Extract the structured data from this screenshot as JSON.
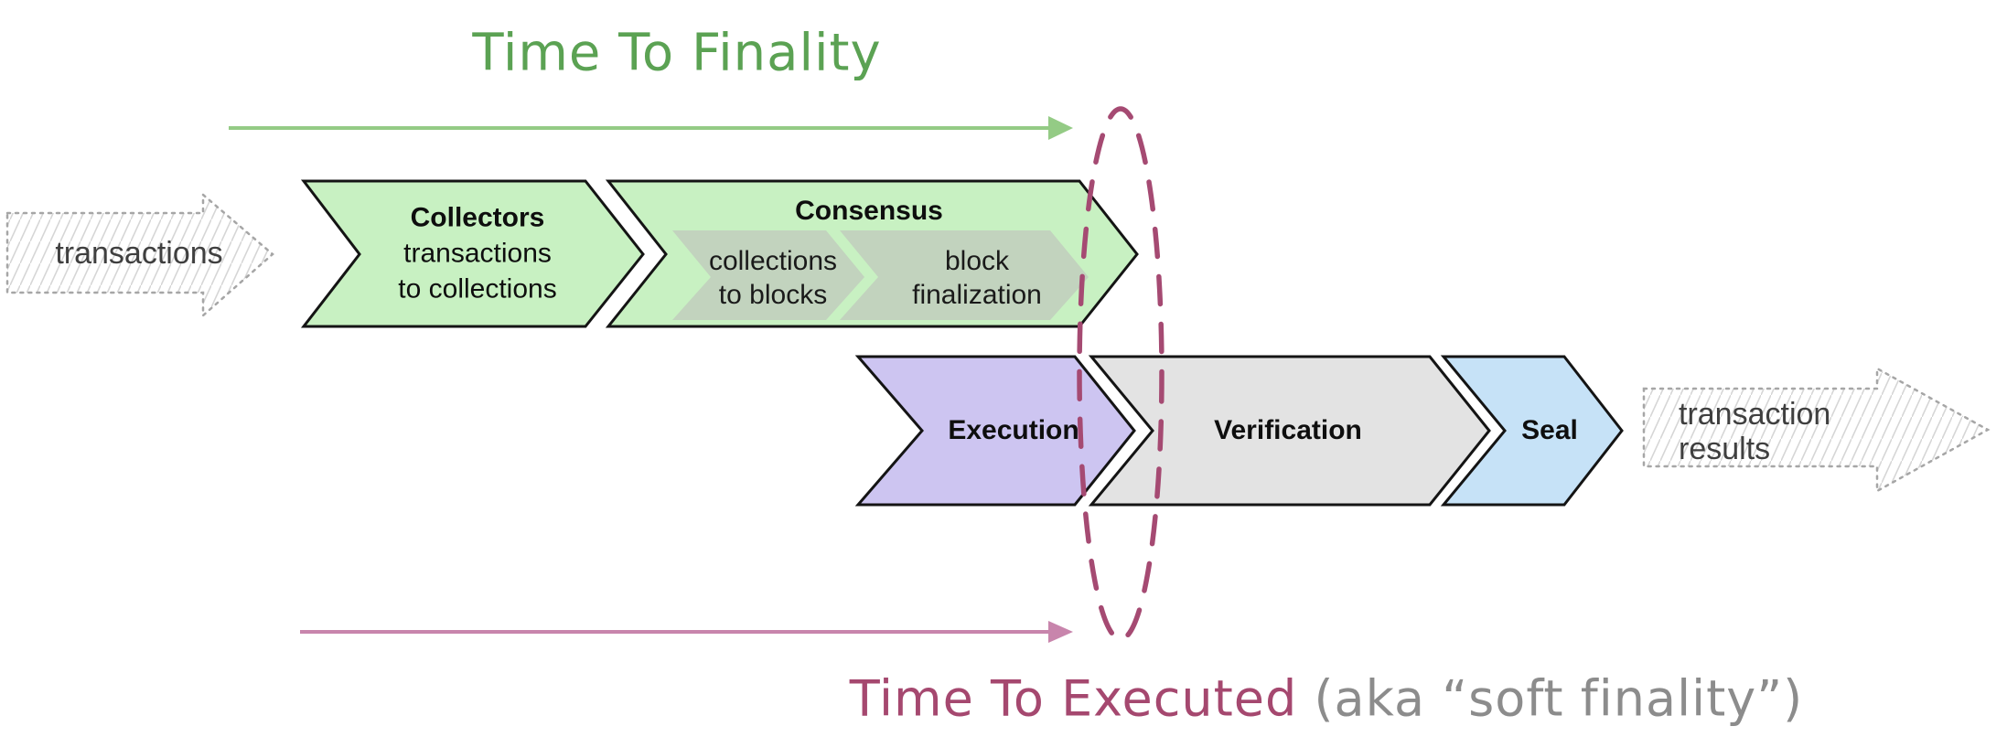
{
  "titles": {
    "finality": "Time To Finality",
    "executed": "Time To Executed",
    "executed_note": " (aka “soft finality”)"
  },
  "input_arrow": {
    "label": "transactions"
  },
  "output_arrow": {
    "line1": "transaction",
    "line2": "results"
  },
  "stages": {
    "collectors": {
      "title": "Collectors",
      "line1": "transactions",
      "line2": "to collections"
    },
    "consensus": {
      "title": "Consensus",
      "sub": [
        {
          "line1": "collections",
          "line2": "to blocks"
        },
        {
          "line1": "block",
          "line2": "finalization"
        }
      ]
    },
    "execution": {
      "title": "Execution"
    },
    "verification": {
      "title": "Verification"
    },
    "seal": {
      "title": "Seal"
    }
  },
  "colors": {
    "title_green": "#5BA253",
    "arrow_green": "#94CB85",
    "chevron_green": "#C8F1C2",
    "sub_chevron": "#C2D3BE",
    "chevron_lavender": "#CDC5F1",
    "chevron_gray": "#E3E3E3",
    "chevron_blue": "#C6E2F7",
    "ellipse_maroon": "#A54A72",
    "arrow_pink": "#C885AC",
    "title_maroon": "#A5486F",
    "note_gray": "#8C8C8C",
    "outline_black": "#141414"
  }
}
